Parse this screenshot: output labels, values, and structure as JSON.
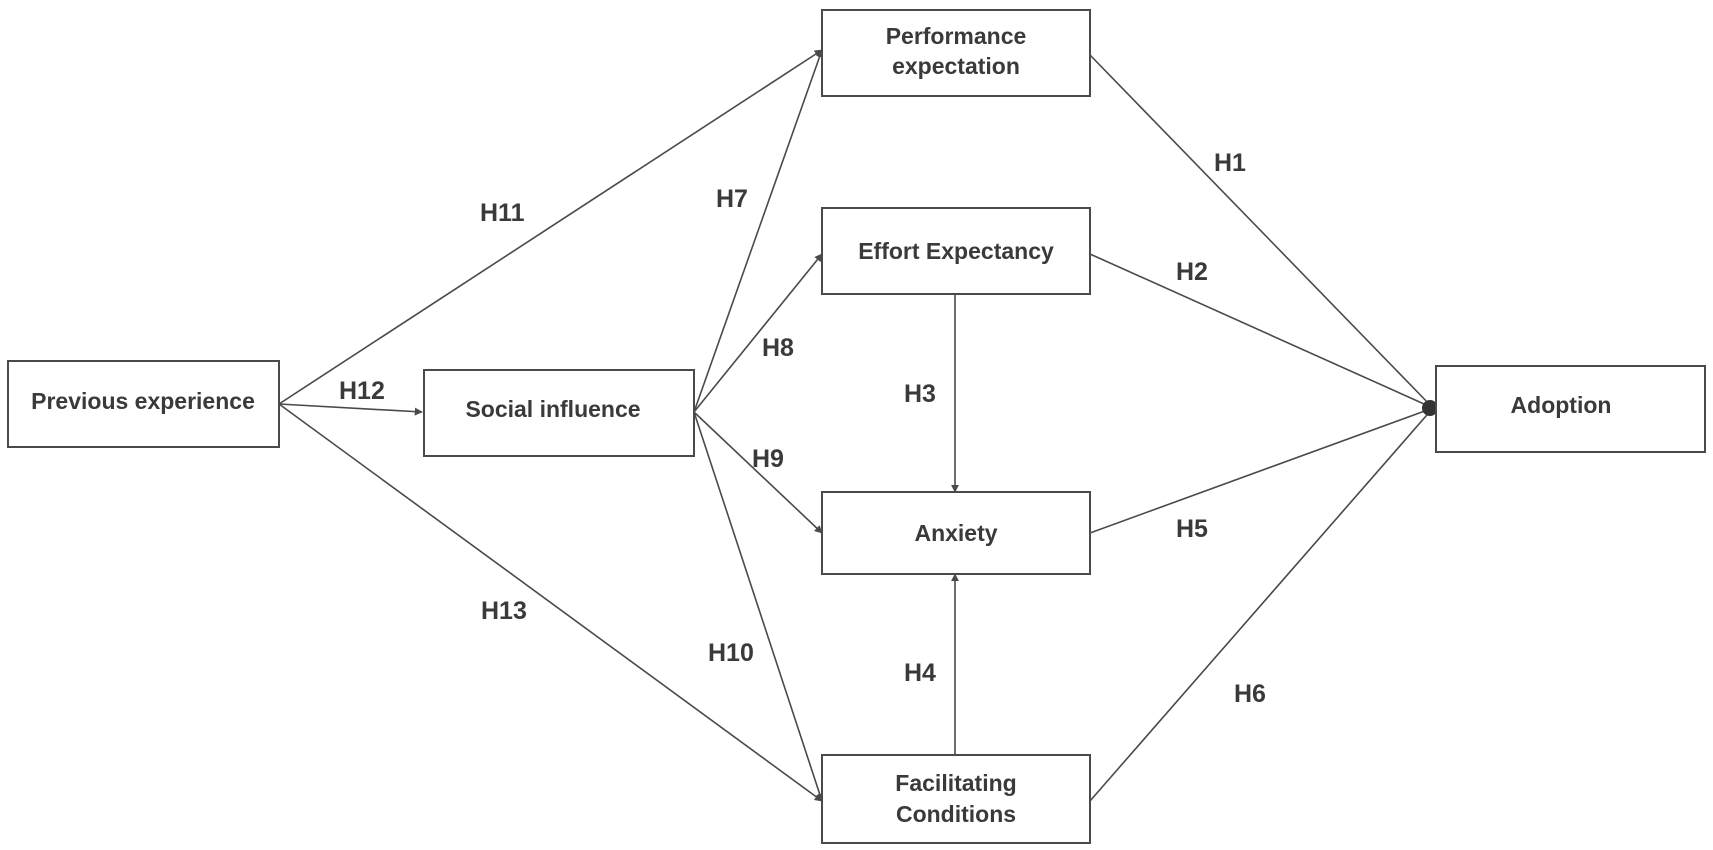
{
  "nodes": {
    "performance_expectation": {
      "lines": [
        "Performance",
        "expectation"
      ]
    },
    "effort_expectancy": {
      "lines": [
        "Effort Expectancy"
      ]
    },
    "anxiety": {
      "lines": [
        "Anxiety"
      ]
    },
    "facilitating_conditions": {
      "lines": [
        "Facilitating",
        "Conditions"
      ]
    },
    "previous_experience": {
      "lines": [
        "Previous experience"
      ]
    },
    "social_influence": {
      "lines": [
        "Social influence"
      ]
    },
    "adoption": {
      "lines": [
        "Adoption"
      ]
    }
  },
  "hypotheses": {
    "h1": "H1",
    "h2": "H2",
    "h3": "H3",
    "h4": "H4",
    "h5": "H5",
    "h6": "H6",
    "h7": "H7",
    "h8": "H8",
    "h9": "H9",
    "h10": "H10",
    "h11": "H11",
    "h12": "H12",
    "h13": "H13"
  }
}
